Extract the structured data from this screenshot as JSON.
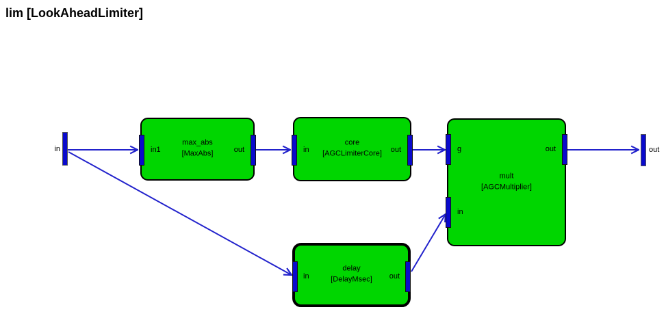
{
  "title": "lim [LookAheadLimiter]",
  "colors": {
    "block_fill": "#00d600",
    "block_border": "#000000",
    "wire_blue": "#2222cc",
    "port_blue": "#0a0acc",
    "background": "#ffffff"
  },
  "terminals": {
    "input": {
      "label": "in"
    },
    "output": {
      "label": "out"
    }
  },
  "blocks": [
    {
      "name": "max_abs",
      "type": "[MaxAbs]",
      "selected": false,
      "ports": {
        "input": "in1",
        "output": "out"
      }
    },
    {
      "name": "core",
      "type": "[AGCLimiterCore]",
      "selected": false,
      "ports": {
        "input": "in",
        "output": "out"
      }
    },
    {
      "name": "mult",
      "type": "[AGCMultiplier]",
      "selected": false,
      "ports": {
        "gain": "g",
        "input": "in",
        "output": "out"
      }
    },
    {
      "name": "delay",
      "type": "[DelayMsec]",
      "selected": true,
      "ports": {
        "input": "in",
        "output": "out"
      }
    }
  ]
}
